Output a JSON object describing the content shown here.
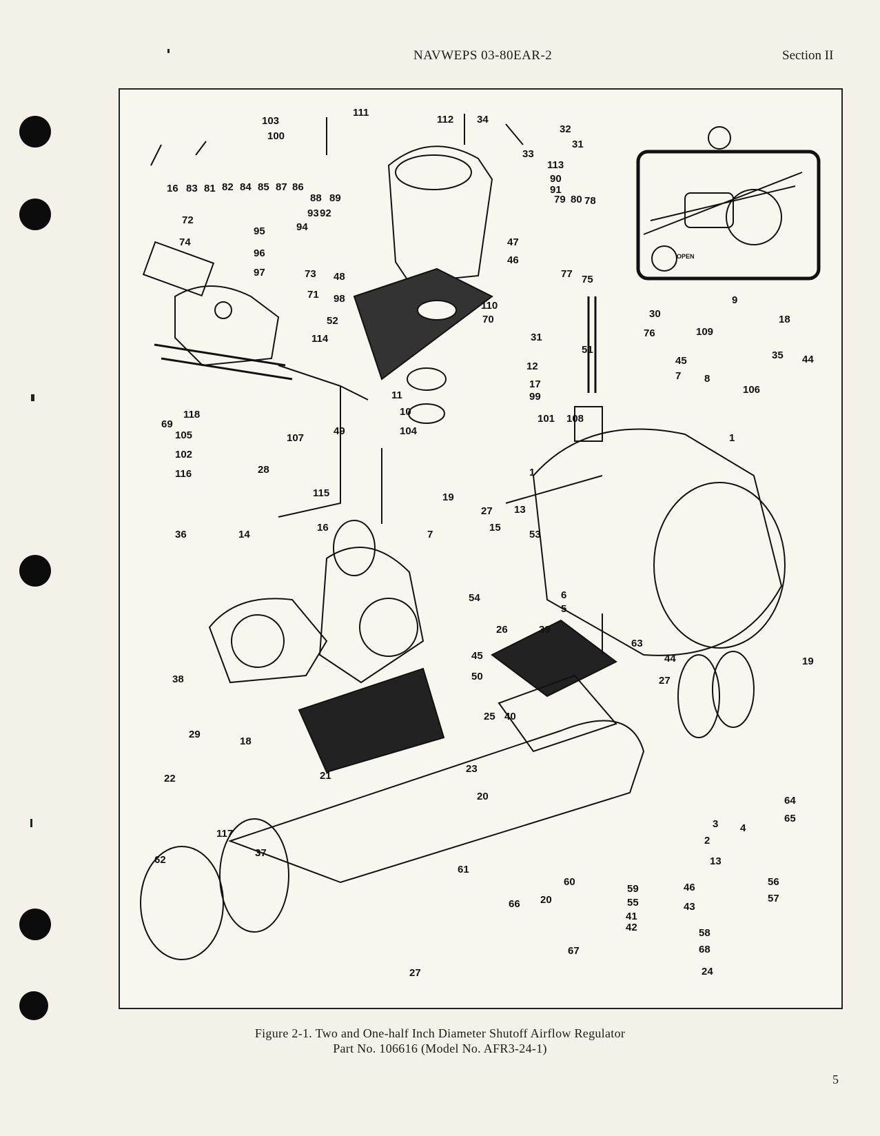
{
  "header": {
    "doc_number": "NAVWEPS 03-80EAR-2",
    "section": "Section II"
  },
  "figure": {
    "caption_line1": "Figure 2-1. Two and One-half Inch Diameter Shutoff Airflow Regulator",
    "caption_line2": "Part No. 106616 (Model No. AFR3-24-1)",
    "inset_text": "OPEN",
    "callouts": [
      "103",
      "111",
      "112",
      "34",
      "32",
      "31",
      "100",
      "33",
      "113",
      "90",
      "91",
      "79",
      "80",
      "78",
      "16",
      "83",
      "81",
      "82",
      "84",
      "85",
      "87",
      "86",
      "88",
      "89",
      "72",
      "95",
      "93",
      "92",
      "94",
      "74",
      "96",
      "97",
      "73",
      "48",
      "47",
      "46",
      "77",
      "75",
      "71",
      "98",
      "114",
      "52",
      "70",
      "110",
      "30",
      "9",
      "18",
      "109",
      "76",
      "31",
      "35",
      "44",
      "45",
      "7",
      "8",
      "51",
      "106",
      "11",
      "12",
      "17",
      "99",
      "69",
      "118",
      "107",
      "49",
      "10",
      "108",
      "101",
      "104",
      "105",
      "102",
      "116",
      "28",
      "115",
      "19",
      "27",
      "36",
      "14",
      "16",
      "7",
      "15",
      "53",
      "54",
      "6",
      "5",
      "26",
      "39",
      "38",
      "45",
      "50",
      "63",
      "44",
      "19",
      "27",
      "29",
      "18",
      "25",
      "40",
      "22",
      "21",
      "23",
      "20",
      "117",
      "37",
      "62",
      "61",
      "60",
      "59",
      "55",
      "41",
      "42",
      "46",
      "43",
      "56",
      "57",
      "58",
      "68",
      "24",
      "20",
      "27",
      "67",
      "66",
      "64",
      "65",
      "3",
      "4",
      "2",
      "13",
      "1"
    ]
  },
  "page_number": "5"
}
